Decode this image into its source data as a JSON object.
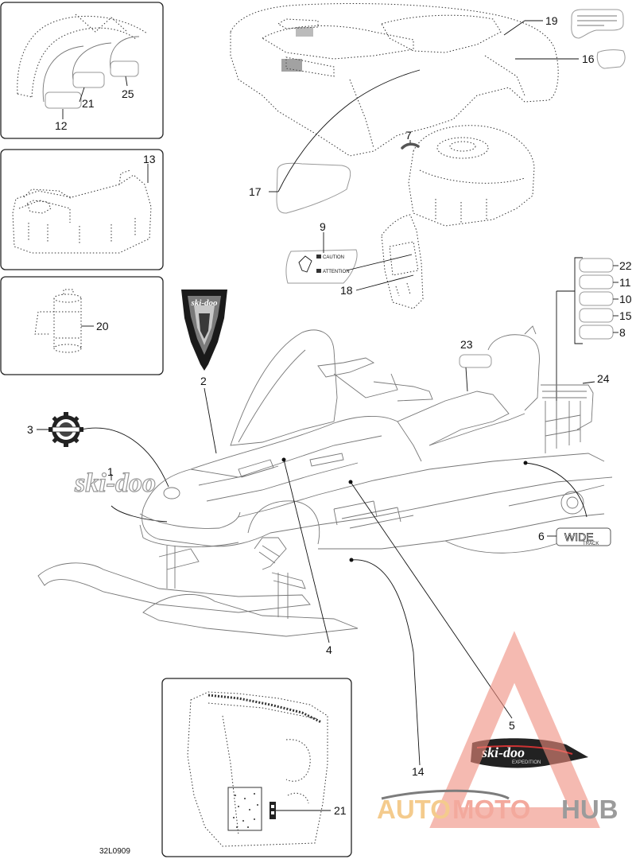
{
  "diagram": {
    "reference_code": "32L0909",
    "callouts": {
      "c1": "1",
      "c2": "2",
      "c3": "3",
      "c4": "4",
      "c5": "5",
      "c6": "6",
      "c7": "7",
      "c8": "8",
      "c9": "9",
      "c10": "10",
      "c11": "11",
      "c12": "12",
      "c13": "13",
      "c14": "14",
      "c15": "15",
      "c16": "16",
      "c17": "17",
      "c18": "18",
      "c19": "19",
      "c20": "20",
      "c21a": "21",
      "c21b": "21",
      "c22": "22",
      "c23": "23",
      "c24": "24",
      "c25": "25"
    },
    "decal_text": {
      "brand_script": "ski-doo",
      "wide_track_main": "WIDE",
      "wide_track_sub": "TRACK",
      "caution_label": "CAUTION",
      "attention_label": "ATTENTION",
      "expedition_script": "ski-doo",
      "expedition_sub": "EXPEDITION"
    }
  },
  "watermark": {
    "part_auto": "AUTO",
    "part_moto": "MOTO",
    "part_hub": "HUB",
    "color_auto": "#f3c37a",
    "color_moto": "#f29b8d",
    "color_hub": "#8a8a8a"
  }
}
